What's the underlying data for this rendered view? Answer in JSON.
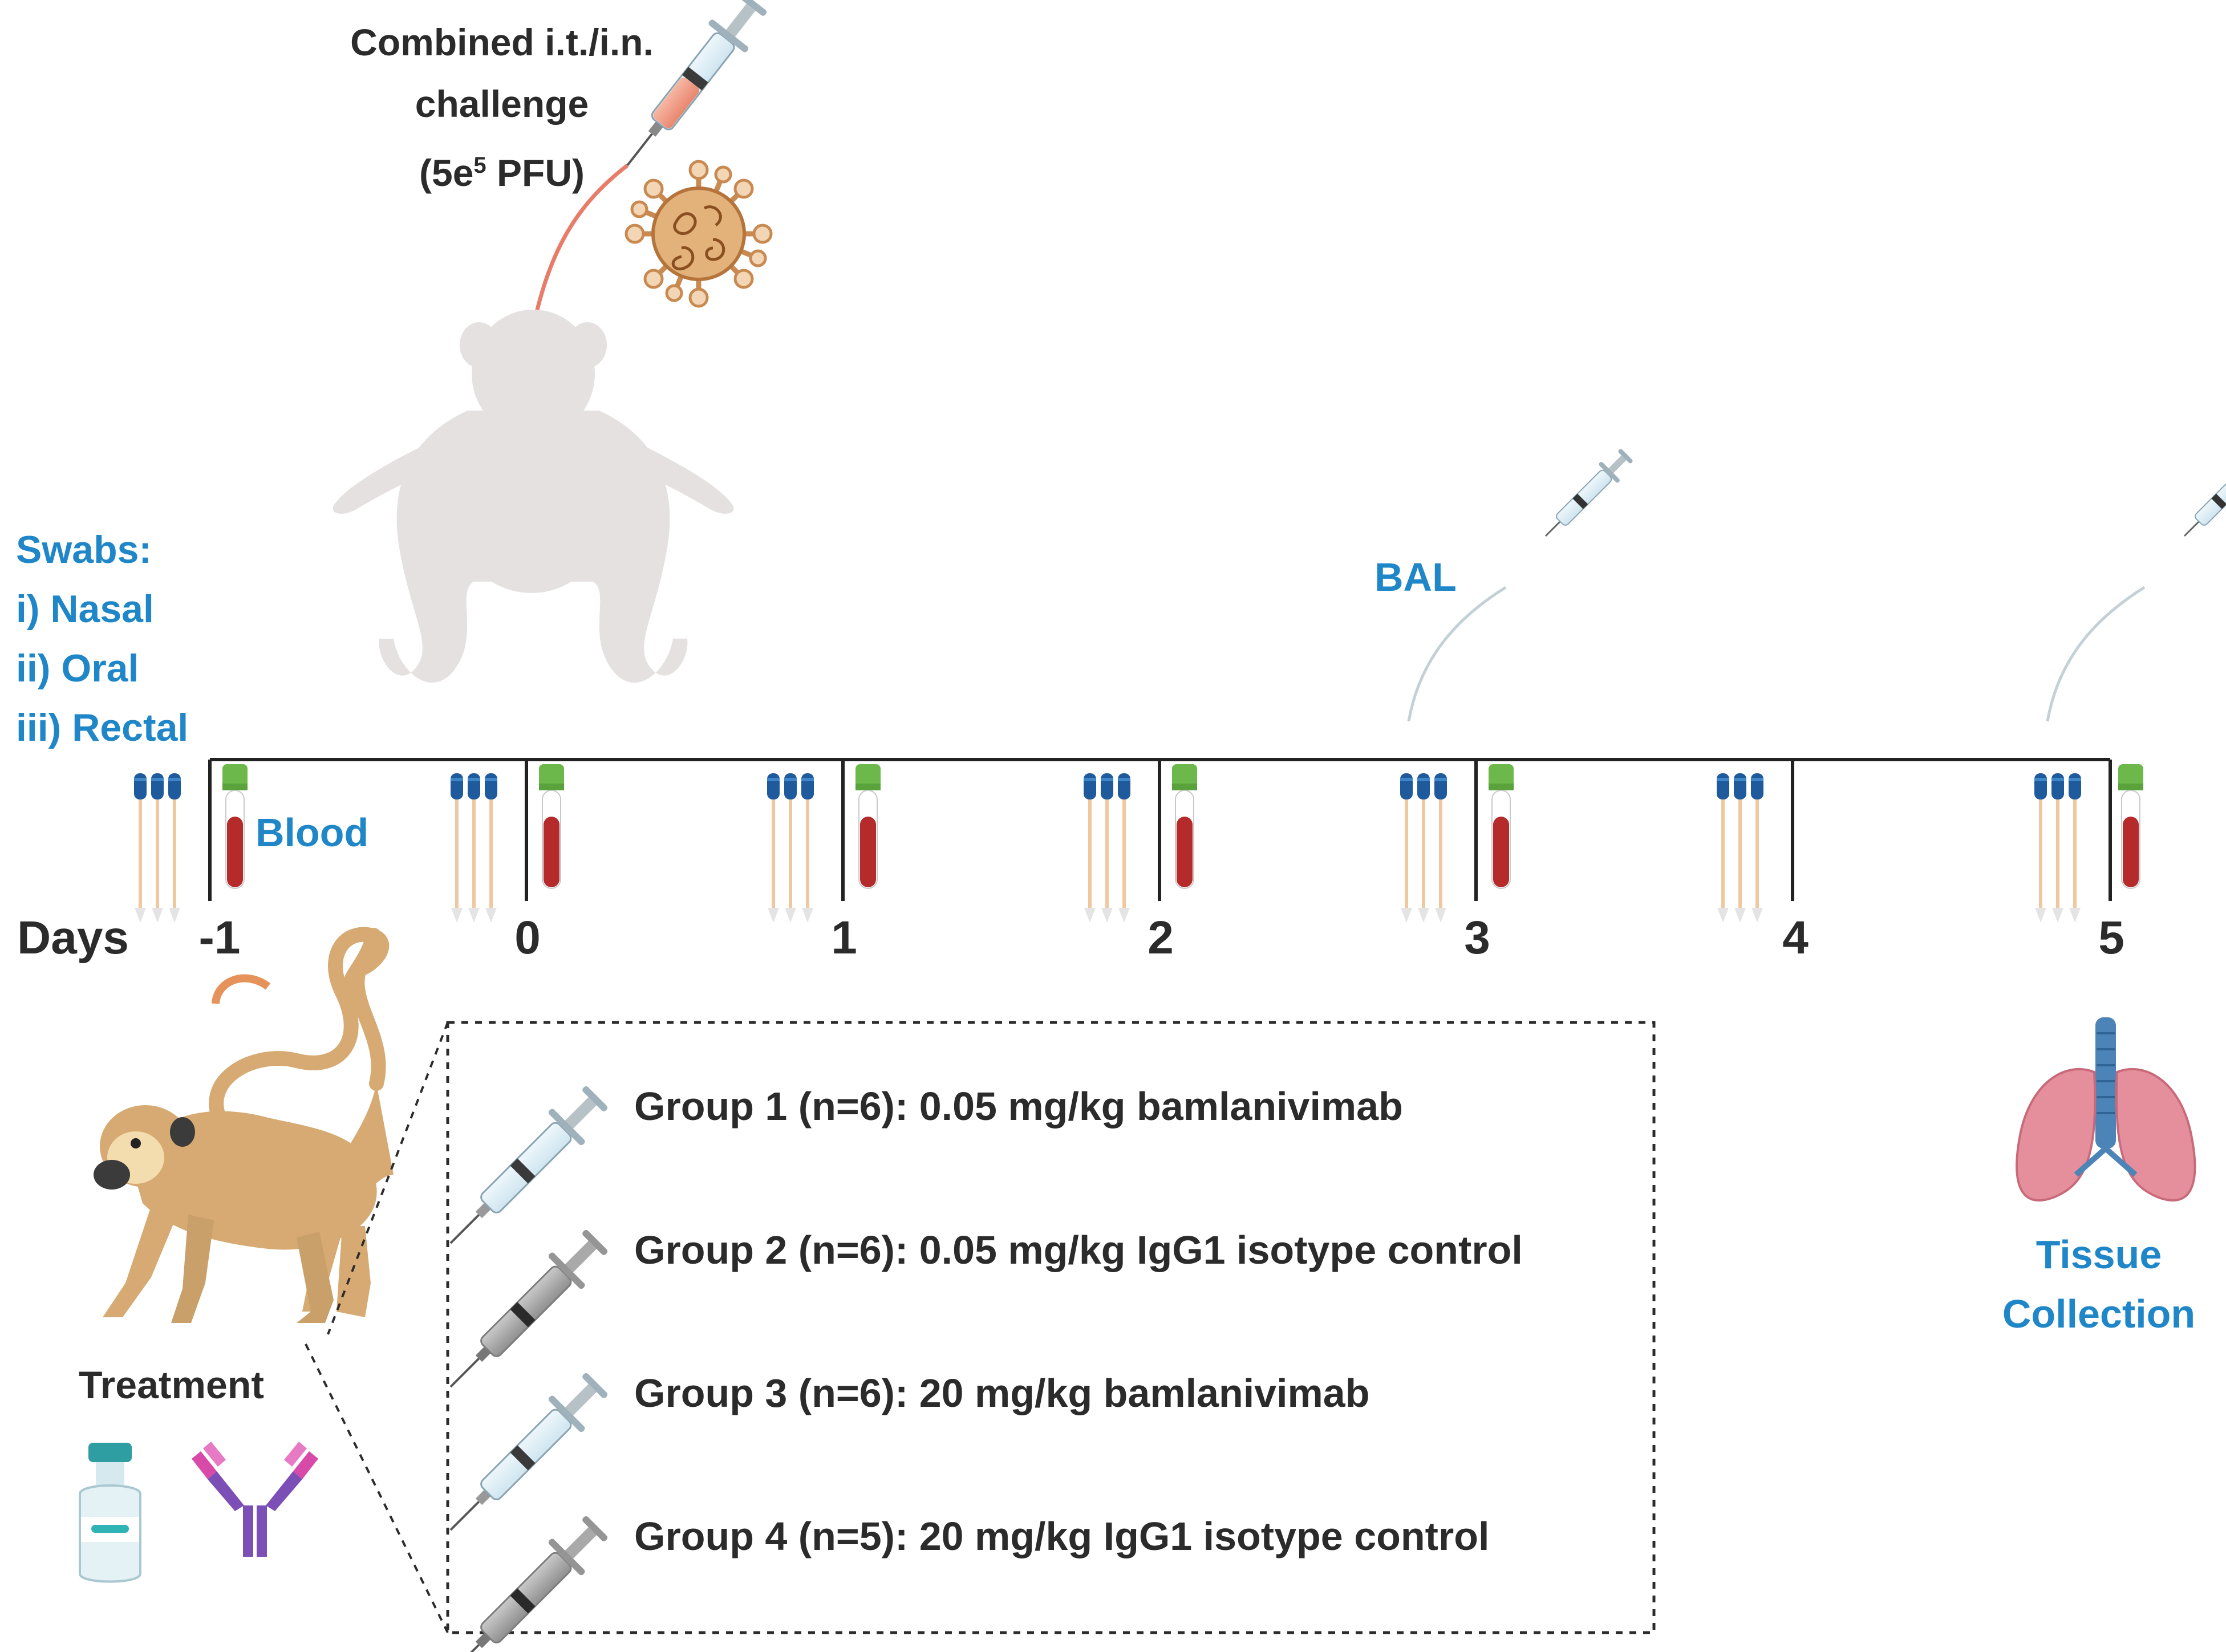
{
  "challenge": {
    "line1": "Combined i.t./i.n.",
    "line2": "challenge",
    "dose_open": "(5e",
    "dose_exp": "5",
    "dose_rest": " PFU)"
  },
  "swabs": {
    "title": "Swabs:",
    "items": [
      "i) Nasal",
      "ii) Oral",
      "iii) Rectal"
    ]
  },
  "blood_label": "Blood",
  "bal_label": "BAL",
  "timeline": {
    "axis_label": "Days",
    "days": [
      "-1",
      "0",
      "1",
      "2",
      "3",
      "4",
      "5"
    ],
    "blood_days": [
      "-1",
      "0",
      "1",
      "2",
      "3",
      "5"
    ],
    "swab_days": [
      "-1",
      "0",
      "1",
      "2",
      "3",
      "4",
      "5"
    ],
    "bal_days": [
      "3",
      "5"
    ]
  },
  "treatment_label": "Treatment",
  "tissue": {
    "line1": "Tissue",
    "line2": "Collection"
  },
  "groups": [
    {
      "label": "Group 1 (n=6): 0.05 mg/kg bamlanivimab",
      "syringe": "light"
    },
    {
      "label": "Group 2 (n=6): 0.05 mg/kg IgG1 isotype control",
      "syringe": "grey"
    },
    {
      "label": "Group 3 (n=6): 20 mg/kg bamlanivimab",
      "syringe": "light"
    },
    {
      "label": "Group 4 (n=5): 20 mg/kg IgG1 isotype control",
      "syringe": "grey"
    }
  ],
  "colors": {
    "label_blue": "#1f86c8",
    "text_dark": "#2b2b2b",
    "blood": "#b52a2a",
    "cap_green": "#6cb84a",
    "swab_head": "#1e5a9c",
    "swab_stick": "#f0c8a0",
    "virus": "#c88a50",
    "monkey_silhouette": "#e6e1e1",
    "monkey_body": "#d6aa72",
    "lung": "#e58f9c",
    "trachea": "#4d84b8",
    "antibody_pink": "#d84aa8",
    "antibody_purple": "#7b4fb5"
  }
}
